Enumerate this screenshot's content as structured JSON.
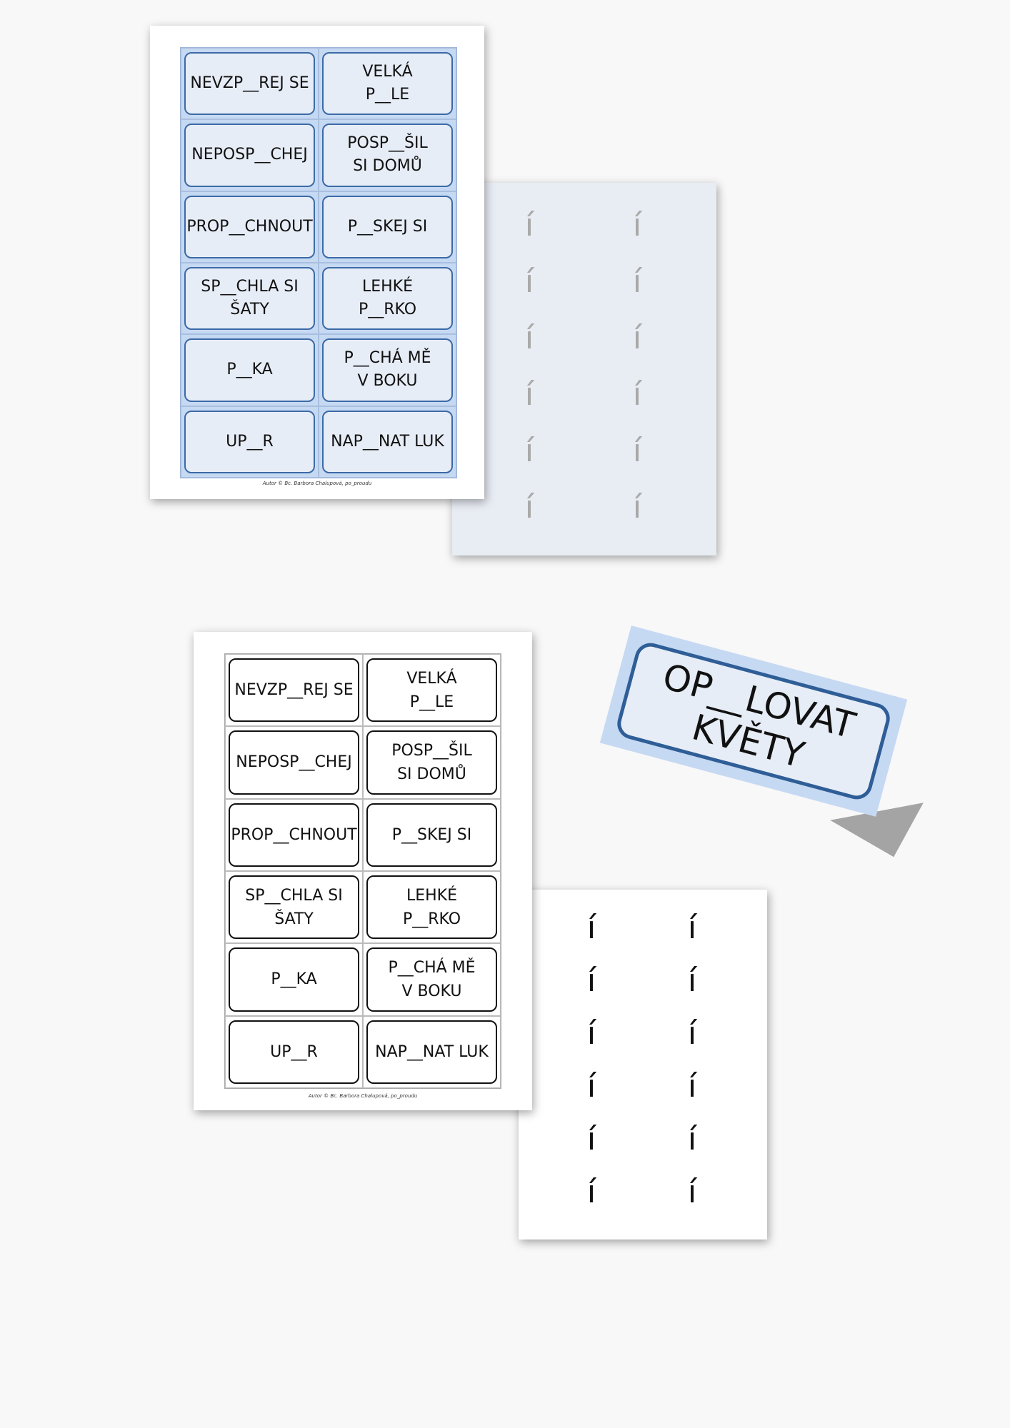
{
  "cards": [
    "NEVZP__REJ SE",
    "VELKÁ\nP__LE",
    "NEPOSP__CHEJ",
    "POSP__ŠIL\nSI DOMŮ",
    "PROP__CHNOUT",
    "P__SKEJ SI",
    "SP__CHLA SI\nŠATY",
    "LEHKÉ\nP__RKO",
    "P__KA",
    "P__CHÁ MĚ\nV BOKU",
    "UP__R",
    "NAP__NAT LUK"
  ],
  "credit": "Autor © Bc. Barbora Chalupová, po_proudu",
  "letter": "í",
  "letter_rows": 6,
  "letter_cols": 2,
  "tent_card": "OP__LOVAT\nKVĚTY",
  "colors": {
    "blue_sheet_bg": "#c6d9f3",
    "card_fill": "#e7edf6",
    "card_border_blue": "#3c6aa6",
    "card_border_black": "#111111",
    "letter_gray": "#a9a9a9"
  }
}
